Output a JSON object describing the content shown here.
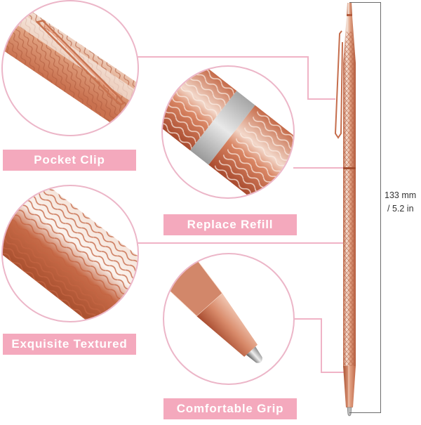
{
  "product": "Rose gold ballpoint pen feature diagram",
  "callouts": [
    {
      "id": "pocket-clip",
      "label": "Pocket Clip"
    },
    {
      "id": "replace-refill",
      "label": "Replace Refill"
    },
    {
      "id": "exquisite-textured",
      "label": "Exquisite Textured"
    },
    {
      "id": "comfortable-grip",
      "label": "Comfortable Grip"
    }
  ],
  "dimension": {
    "metric": "133 mm",
    "imperial": "/ 5.2 in"
  },
  "colors": {
    "accent_pink": "#f4a9bd",
    "circle_border": "#ecb6c8",
    "rose_gold": "#d9896a",
    "rose_gold_dark": "#b5573c",
    "silver": "#bdbdbd"
  }
}
